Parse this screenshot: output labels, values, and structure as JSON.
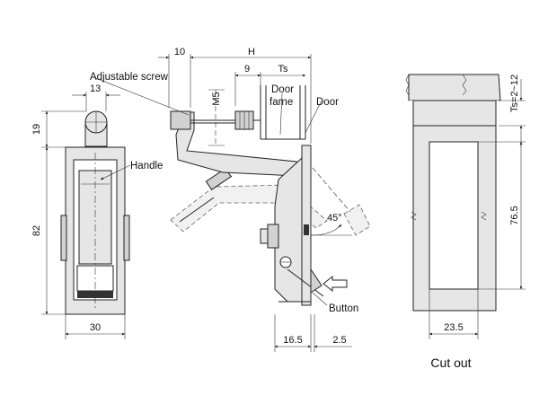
{
  "front_view": {
    "dim_top_width": "13",
    "dim_knob_height": "19",
    "dim_body_height": "82",
    "dim_bottom_width": "30",
    "label_handle": "Handle"
  },
  "side_view": {
    "dim_10": "10",
    "dim_H": "H",
    "dim_9": "9",
    "dim_Ts": "Ts",
    "dim_M5": "M5",
    "label_adjustable_screw": "Adjustable screw",
    "label_door_frame_1": "Door",
    "label_door_frame_2": "farne",
    "label_door": "Door",
    "label_angle": "45°",
    "label_button": "Button",
    "dim_bottom_left": "16.5",
    "dim_bottom_right": "2.5"
  },
  "cutout_view": {
    "dim_ts_range": "Ts=2~12",
    "dim_height": "76.5",
    "dim_width": "23.5",
    "caption": "Cut out"
  }
}
